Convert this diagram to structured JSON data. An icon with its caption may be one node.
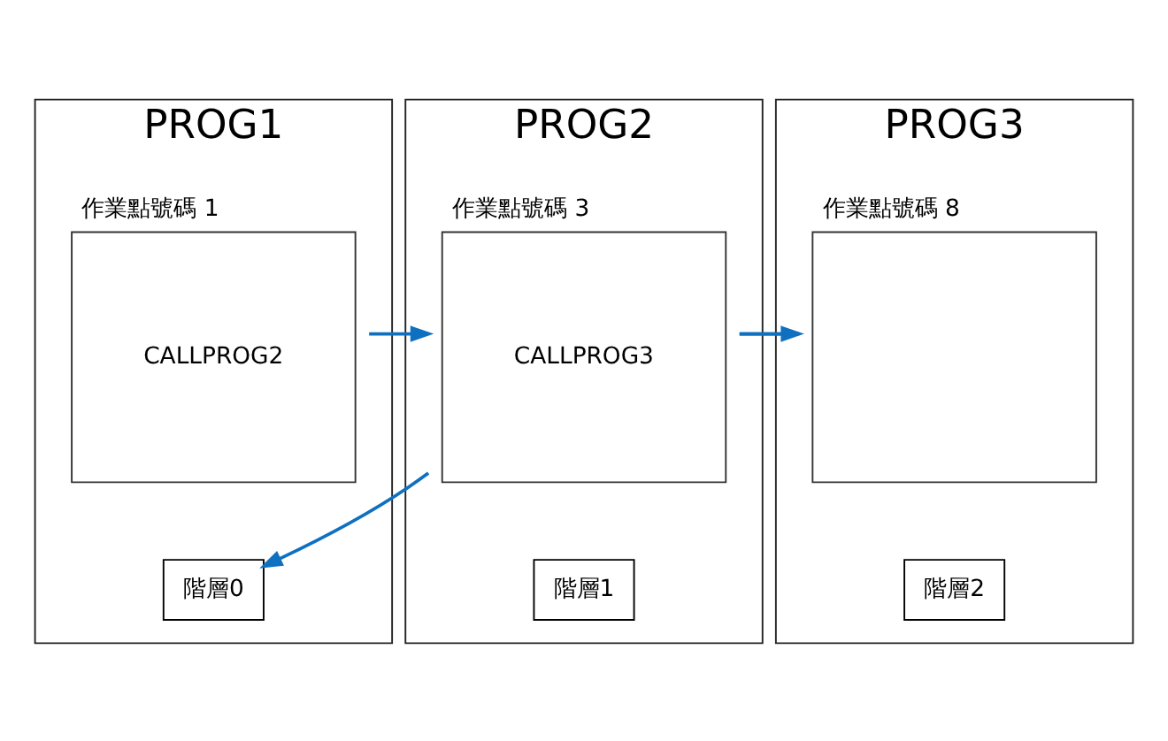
{
  "diagram": {
    "nodes": [
      {
        "text": [
          "PROG1"
        ]
      },
      {
        "text": [
          "作業點號碼 1",
          "CALLPROG2"
        ],
        "in": 0
      },
      {
        "text": [
          "階層0"
        ],
        "in": 0
      },
      {
        "text": [
          "PROG2"
        ]
      },
      {
        "text": [
          "作業點號碼 3",
          "CALLPROG3"
        ],
        "in": 3
      },
      {
        "text": [
          "階層1"
        ],
        "in": 3
      },
      {
        "text": [
          "PROG3"
        ]
      },
      {
        "text": [
          "作業點號碼 8"
        ],
        "in": 6
      },
      {
        "text": [
          "階層2"
        ],
        "in": 6
      }
    ],
    "edges": [
      {
        "from": 1,
        "to": 4,
        "arrow": "to"
      },
      {
        "from": 4,
        "to": 7,
        "arrow": "to"
      },
      {
        "from": 7,
        "to": 4,
        "arrow": "none"
      },
      {
        "from": 4,
        "to": 2,
        "arrow": "to"
      }
    ]
  }
}
